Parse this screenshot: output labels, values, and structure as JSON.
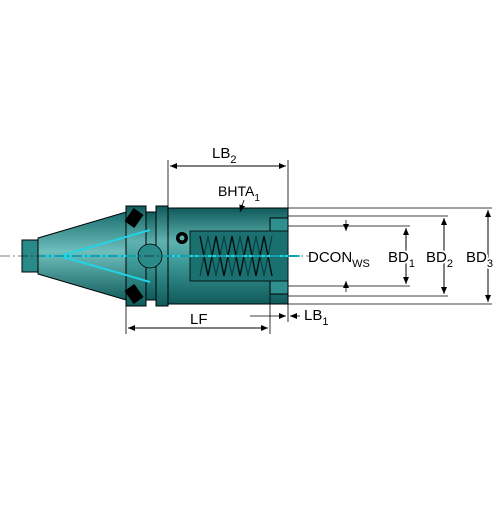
{
  "drawing": {
    "colors": {
      "body": "#1f7f7f",
      "body_light": "#5fb2b0",
      "body_dark": "#0f5a5a",
      "coolant": "#20d4e6",
      "outline": "#000000",
      "background": "#ffffff"
    },
    "labels": {
      "lb2_main": "LB",
      "lb2_sub": "2",
      "bhta_main": "BHTA",
      "bhta_sub": "1",
      "dcon_main": "DCON",
      "dcon_sub": "WS",
      "bd1_main": "BD",
      "bd1_sub": "1",
      "bd2_main": "BD",
      "bd2_sub": "2",
      "bd3_main": "BD",
      "bd3_sub": "3",
      "lf": "LF",
      "lb1_main": "LB",
      "lb1_sub": "1"
    }
  }
}
